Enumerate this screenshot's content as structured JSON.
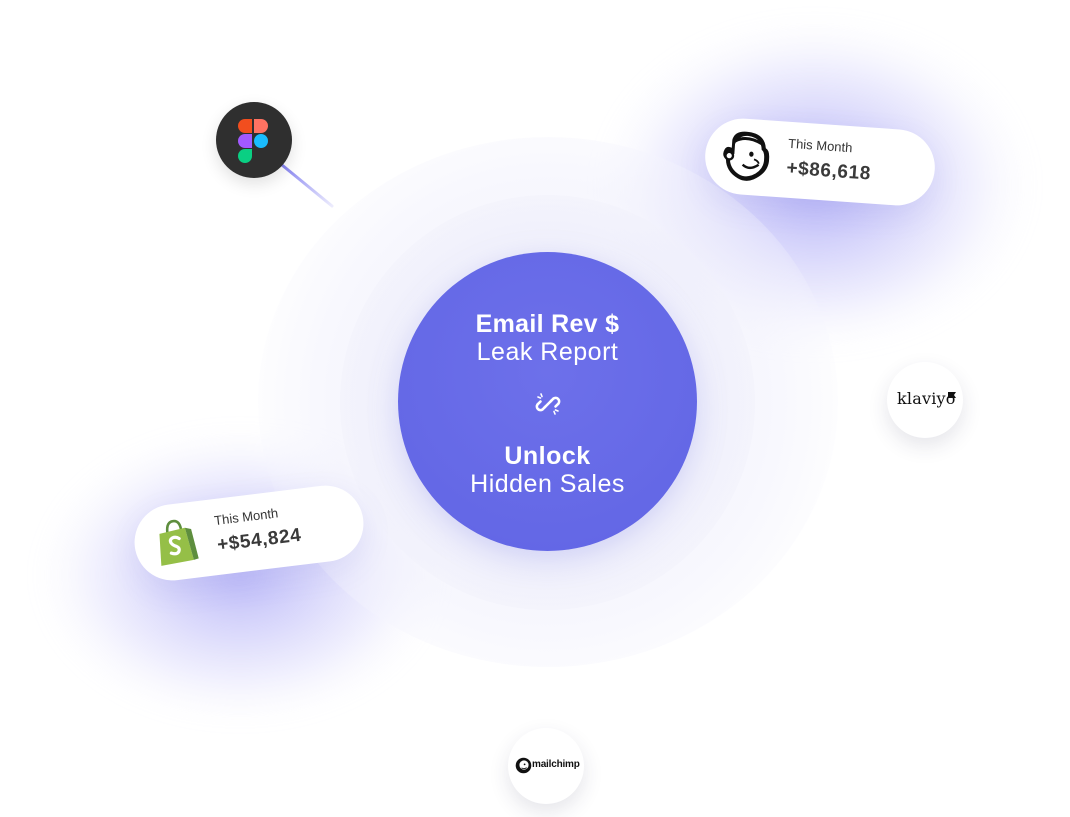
{
  "hub": {
    "line1": "Email Rev $",
    "line2": "Leak Report",
    "line3": "Unlock",
    "line4": "Hidden Sales",
    "link_icon": "link-icon",
    "color": "#6468e6"
  },
  "nodes": {
    "figma": {
      "icon": "figma-logo-icon"
    },
    "klaviyo": {
      "logo_text": "klaviyo",
      "icon": "klaviyo-flag-icon"
    },
    "mailchimp": {
      "logo_text": "mailchimp",
      "icon": "mailchimp-freddie-icon"
    }
  },
  "cards": {
    "mailchimp": {
      "label": "This Month",
      "value": "+$86,618",
      "icon": "mailchimp-freddie-icon"
    },
    "shopify": {
      "label": "This Month",
      "value": "+$54,824",
      "icon": "shopify-bag-icon"
    }
  },
  "colors": {
    "accent": "#6468e6",
    "glow": "#7c78f2",
    "shopify_green": "#95bf47",
    "figma_red": "#f24e1e",
    "figma_orange": "#ff7262",
    "figma_purple": "#a259ff",
    "figma_blue": "#1abcfe",
    "figma_green": "#0acf83"
  }
}
